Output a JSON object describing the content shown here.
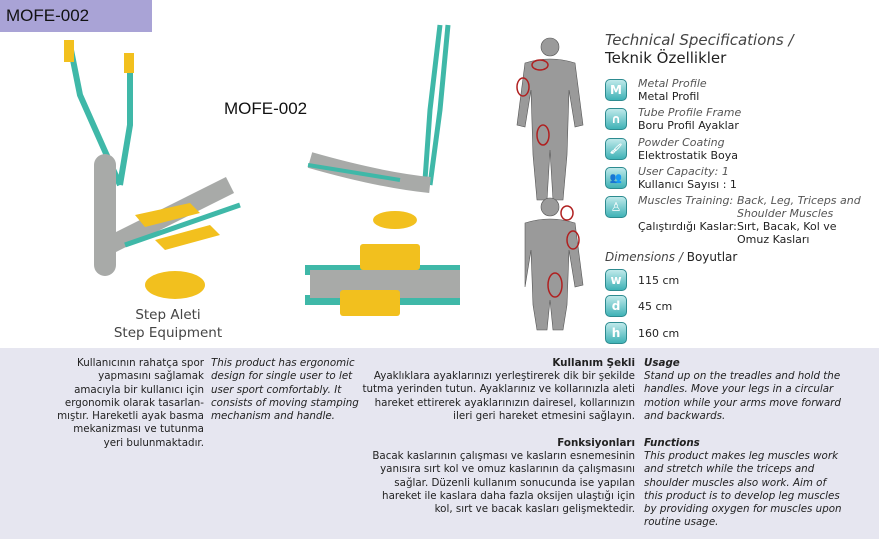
{
  "model_badge": "MOFE-002",
  "model_label": "MOFE-002",
  "caption": {
    "tr": "Step Aleti",
    "en": "Step Equipment"
  },
  "specs": {
    "title_en": "Technical Specifications /",
    "title_tr": "Teknik Özellikler",
    "items": [
      {
        "icon": "metal-profile-icon",
        "glyph": "M",
        "en": "Metal Profile",
        "tr": "Metal Profil"
      },
      {
        "icon": "tube-frame-icon",
        "glyph": "∩",
        "en": "Tube Profile Frame",
        "tr": "Boru Profil Ayaklar"
      },
      {
        "icon": "powder-coating-icon",
        "glyph": "🖌",
        "en": "Powder Coating",
        "tr": "Elektrostatik Boya"
      },
      {
        "icon": "user-capacity-icon",
        "glyph": "👥",
        "en": "User Capacity:  1",
        "tr": "Kullanıcı Sayısı : 1"
      },
      {
        "icon": "muscles-icon",
        "glyph": "♙",
        "en_label": "Muscles Training:",
        "en_value1": "Back, Leg, Triceps and",
        "en_value2": "Shoulder Muscles",
        "tr_label": "Çalıştırdığı Kaslar:",
        "tr_value1": "Sırt, Bacak, Kol ve",
        "tr_value2": "Omuz Kasları"
      }
    ],
    "dimensions_en": "Dimensions /",
    "dimensions_tr": "Boyutlar",
    "dimensions": [
      {
        "glyph": "w",
        "value": "115 cm"
      },
      {
        "glyph": "d",
        "value": "45 cm"
      },
      {
        "glyph": "h",
        "value": "160 cm"
      }
    ]
  },
  "description": {
    "tr": "Kullanıcının rahatça spor yapmasını sağlamak amacıyla bir kullanıcı için ergonomik olarak tasarlan-mıştır. Hareketli ayak basma mekanizması ve tutunma yeri bulunmaktadır.",
    "en": "This product has ergonomic design for single user to let user sport comfortably. It consists of moving stamping mechanism and handle."
  },
  "usage": {
    "tr_title": "Kullanım Şekli",
    "tr": "Ayaklıklara ayaklarınızı yerleştirerek dik bir şekilde tutma yerinden tutun. Ayaklarınız ve kollarınızla aleti hareket ettirerek ayaklarınızın dairesel, kollarınızın ileri geri hareket etmesini sağlayın.",
    "en_title": "Usage",
    "en": "Stand up on the treadles and hold the handles. Move your legs in a circular motion while your arms move forward and backwards."
  },
  "functions": {
    "tr_title": "Fonksiyonları",
    "tr": "Bacak kaslarının çalışması ve kasların esnemesinin yanısıra sırt kol ve omuz kaslarının da çalışmasını sağlar. Düzenli kullanım sonucunda ise yapılan hareket ile kaslara daha fazla oksijen ulaştığı için kol, sırt ve bacak kasları gelişmektedir.",
    "en_title": "Functions",
    "en": "This product makes leg muscles work and stretch while the triceps and shoulder muscles also work. Aim of this product is to develop leg muscles by providing oxygen for muscles upon routine usage."
  }
}
